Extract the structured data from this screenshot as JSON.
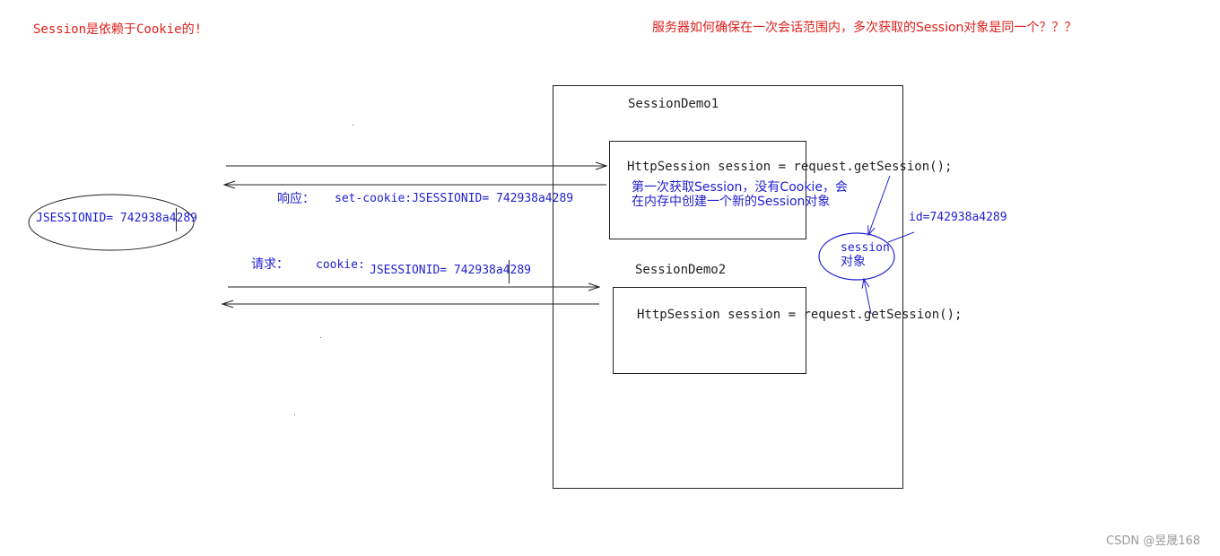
{
  "colors": {
    "red_text": "#e0201b",
    "blue_ink": "#1f1fcf",
    "black_ink": "#222222",
    "watermark": "#9a9a9a"
  },
  "texts": {
    "left_title": "Session是依赖于Cookie的!",
    "right_question": "服务器如何确保在一次会话范围内，多次获取的Session对象是同一个？？？",
    "demo1_label": "SessionDemo1",
    "demo1_code": "HttpSession session = request.getSession();",
    "demo1_note_line1": "第一次获取Session，没有Cookie，会",
    "demo1_note_line2": "在内存中创建一个新的Session对象",
    "demo2_label": "SessionDemo2",
    "demo2_code": "HttpSession session = request.getSession();",
    "response_label": "响应：",
    "response_value": "set-cookie:JSESSIONID= 742938a4289",
    "request_label": "请求：",
    "request_cookie": "cookie:",
    "request_value": "JSESSIONID= 742938a4289",
    "client_cookie": "JSESSIONID= 742938a4289",
    "session_id": "id=742938a4289",
    "session_obj_line1": "session",
    "session_obj_line2": "对象",
    "watermark": "CSDN @昱晟168"
  }
}
